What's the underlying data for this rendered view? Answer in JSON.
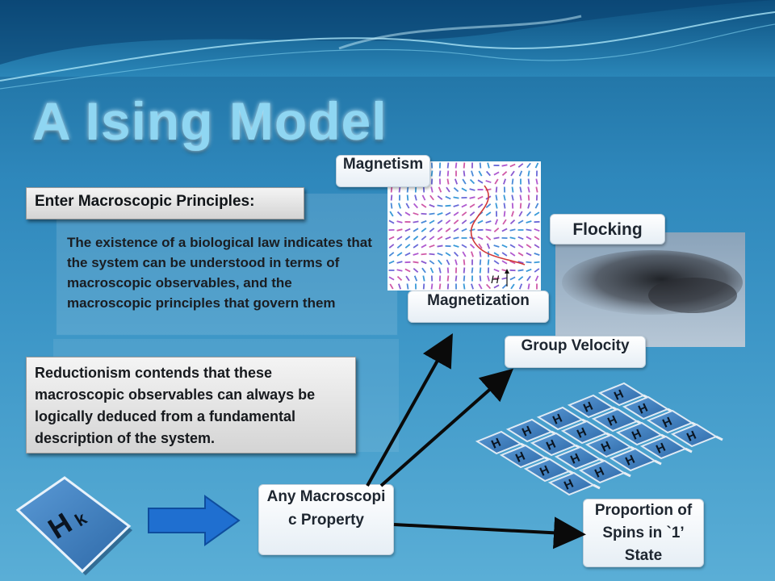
{
  "title": "A Ising Model",
  "principles_header": "Enter Macroscopic Principles:",
  "principles_text": "The existence of a biological law indicates that the system can be understood in terms of macroscopic observables, and the macroscopic principles that govern them",
  "reductionism_text": "Reductionism contends that these macroscopic observables can always be logically deduced from a fundamental description of the system.",
  "labels": {
    "magnetism": "Magnetism",
    "magnetization": "Magnetization",
    "flocking": "Flocking",
    "group_velocity": "Group Velocity",
    "any_property": "Any Macroscopic Property",
    "proportion": "Proportion of Spins in `1’ State"
  },
  "hamiltonian": {
    "main": "H",
    "sub": "k"
  },
  "lattice_symbol": "H",
  "field_axis_label": "H",
  "colors": {
    "title": "#8fd6f2",
    "arrow_block": "#1f6fd0",
    "lattice_tile": "#3a7ab8",
    "field_curve": "#d03838"
  }
}
